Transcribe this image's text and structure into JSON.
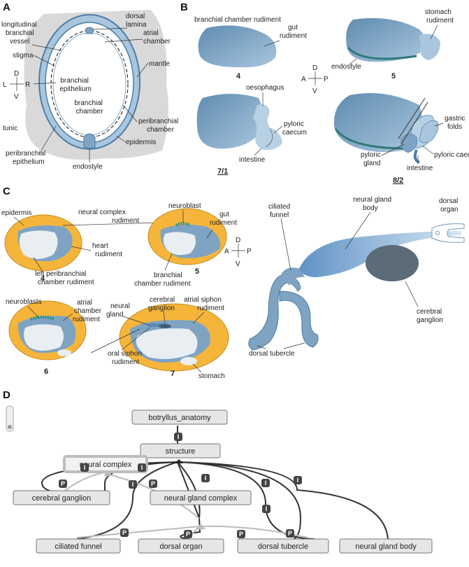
{
  "panels": {
    "a": "A",
    "b": "B",
    "c": "C",
    "d": "D"
  },
  "a": {
    "dorsal_lamina": [
      "dorsal",
      "lamina"
    ],
    "longitudinal_vessel": [
      "longitudinal",
      "branchial",
      "vessel"
    ],
    "atrial_chamber": [
      "atrial",
      "chamber"
    ],
    "stigma": "stigma",
    "mantle": "mantle",
    "branchial_epithelium": [
      "branchial",
      "epithelium"
    ],
    "branchial_chamber": [
      "branchial",
      "chamber"
    ],
    "tunic": "tunic",
    "peribranchial_chamber": [
      "peribranchial",
      "chamber"
    ],
    "peribranchial_epithelium": [
      "peribranchial",
      "epithelium"
    ],
    "epidermis": "epidermis",
    "endostyle": "endostyle",
    "compass": {
      "d": "D",
      "v": "V",
      "l": "L",
      "r": "R"
    }
  },
  "b": {
    "branchial_rudiment": "branchial chamber rudiment",
    "gut_rudiment": [
      "gut",
      "rudiment"
    ],
    "stomach_rudiment": [
      "stomach",
      "rudiment"
    ],
    "endostyle": "endostyle",
    "oesophagus": "oesophagus",
    "pyloric_caecum_1": [
      "pyloric",
      "caecum"
    ],
    "intestine_1": "intestine",
    "gastric_folds": [
      "gastric",
      "folds"
    ],
    "pyloric_gland": [
      "pyloric",
      "gland"
    ],
    "intestine_2": "intestine",
    "pyloric_caecum_2": "pyloric caecum",
    "stage_4": "4",
    "stage_5": "5",
    "stage_71": "7/1",
    "stage_82": "8/2",
    "compass": {
      "d": "D",
      "v": "V",
      "a": "A",
      "p": "P"
    }
  },
  "c": {
    "epidermis": "epidermis",
    "neural_complex_rudiment": [
      "neural complex",
      "rudiment"
    ],
    "neuroblast": "neuroblast",
    "gut_rudiment": [
      "gut",
      "rudiment"
    ],
    "heart_rudiment": [
      "heart",
      "rudiment"
    ],
    "left_peribranchial": [
      "left peribranchial",
      "chamber rudiment"
    ],
    "branchial_rudiment": [
      "branchial",
      "chamber rudiment"
    ],
    "neuroblasts": "neuroblasts",
    "atrial_chamber_rudiment": [
      "atrial",
      "chamber",
      "rudiment"
    ],
    "neural_gland": [
      "neural",
      "gland"
    ],
    "cerebral_ganglion": [
      "cerebral",
      "ganglion"
    ],
    "atrial_siphon_rudiment": [
      "atrial siphon",
      "rudiment"
    ],
    "oral_siphon_rudiment": [
      "oral siphon",
      "rudiment"
    ],
    "stomach": "stomach",
    "ciliated_funnel": [
      "ciliated",
      "funnel"
    ],
    "neural_gland_body": [
      "neural gland",
      "body"
    ],
    "dorsal_organ": [
      "dorsal",
      "organ"
    ],
    "cerebral_ganglion_2": [
      "cerebral",
      "ganglion"
    ],
    "dorsal_tubercle": "dorsal tubercle",
    "stage_4": "4",
    "stage_5": "5",
    "stage_6": "6",
    "stage_7": "7",
    "compass": {
      "d": "D",
      "v": "V",
      "a": "A",
      "p": "P"
    }
  },
  "d": {
    "nodes": {
      "root": "botryllus_anatomy",
      "structure": "structure",
      "neural_complex": "neural complex",
      "cerebral_ganglion": "cerebral ganglion",
      "neural_gland_complex": "neural gland complex",
      "ciliated_funnel": "ciliated funnel",
      "dorsal_organ": "dorsal organ",
      "dorsal_tubercle": "dorsal tubercle",
      "neural_gland_body": "neural gland body"
    },
    "badge_is_a": "I",
    "badge_part_of": "P"
  },
  "colors": {
    "blue_fill": "#7fa3c2",
    "blue_light": "#b8d0e3",
    "tunic_gray": "#d9d9d9",
    "orange": "#f5b53b",
    "dark_gray": "#5c6b78",
    "node_fill": "#e6e6e6"
  }
}
